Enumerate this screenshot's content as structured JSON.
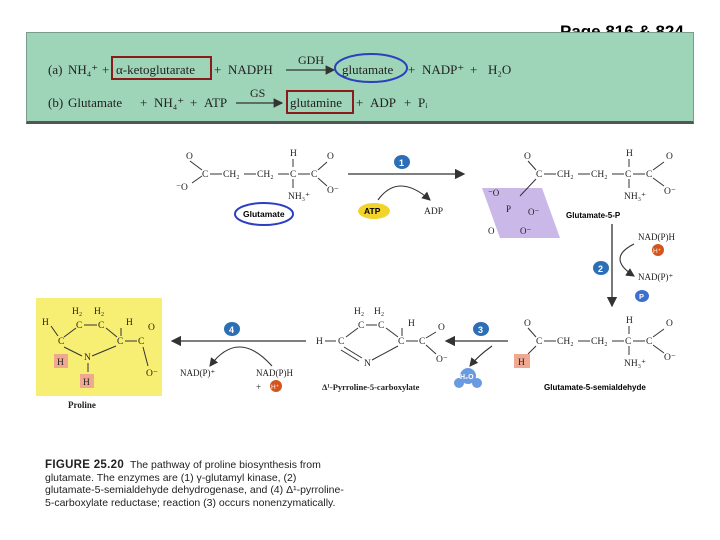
{
  "page_label": "Page 816 & 824",
  "reactions": {
    "a": {
      "label": "(a)",
      "reactant1": "NH₄⁺",
      "plus1": "+",
      "reactant2": "α-ketoglutarate",
      "plus2": "+",
      "reactant3": "NADPH",
      "enzyme": "GDH",
      "product1": "glutamate",
      "plus3": "+",
      "product2": "NADP⁺",
      "plus4": "+",
      "product3": "H₂O"
    },
    "b": {
      "label": "(b)",
      "reactant1": "Glutamate",
      "plus1": "+",
      "reactant2": "NH₄⁺",
      "plus2": "+",
      "reactant3": "ATP",
      "enzyme": "GS",
      "product1": "glutamine",
      "plus3": "+",
      "product2": "ADP",
      "plus4": "+",
      "product3": "Pᵢ"
    }
  },
  "pathway": {
    "steps": [
      "1",
      "2",
      "3",
      "4"
    ],
    "glutamate_label": "Glutamate",
    "atp": "ATP",
    "adp": "ADP",
    "glutamate5p_label": "Glutamate-5-P",
    "nadph_step2": "NAD(P)H",
    "hplus": "H⁺",
    "nadp_step2": "NAD(P)⁺",
    "p_label": "P",
    "semialdehyde_label": "Glutamate-5-semialdehyde",
    "water": "H₂O",
    "pyrroline_label": "Δ¹-Pyrroline-5-carboxylate",
    "nadph_step4": "NAD(P)H",
    "plus": "+",
    "nadp_step4": "NAD(P)⁺",
    "proline_label": "Proline",
    "atoms": {
      "H": "H",
      "C": "C",
      "O": "O",
      "N": "N",
      "CH2": "CH₂",
      "H2": "H₂",
      "NH3": "NH₃⁺",
      "Ominus": "O⁻",
      "minusO": "⁻O"
    }
  },
  "caption": {
    "figure": "FIGURE 25.20",
    "text": "The pathway of proline biosynthesis from glutamate. The enzymes are (1) γ-glutamyl kinase, (2) glutamate-5-semialdehyde dehydrogenase, and (4) Δ¹-pyrroline-5-carboxylate reductase; reaction (3) occurs nonenzymatically."
  },
  "colors": {
    "panel": "#9ed4b8",
    "red_box": "#8b1a1a",
    "blue_oval": "#2b3fbf",
    "step_badge": "#2c6fb6",
    "atp_badge": "#f2d32b",
    "phosphate_box": "#c9b8e8",
    "proline_box": "#f7ef73",
    "h_box": "#f0a890",
    "hplus_ball": "#d4551c"
  }
}
